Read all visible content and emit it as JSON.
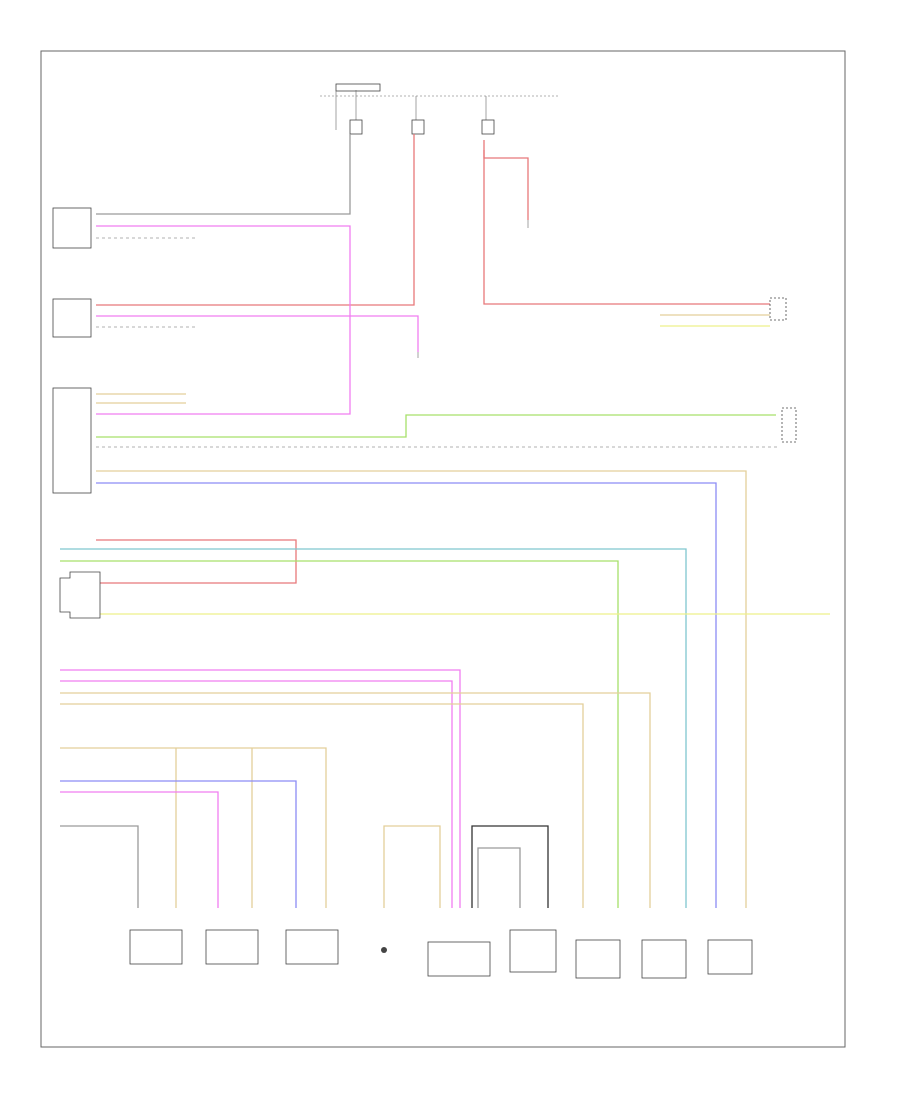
{
  "diagram": {
    "footer_code": "",
    "power_supply_label": "",
    "fuses": [
      {
        "id": "fuse_1",
        "label": ""
      },
      {
        "id": "fuse_2",
        "label": ""
      },
      {
        "id": "fuse_3",
        "label": ""
      }
    ],
    "components": [
      {
        "id": "c1",
        "label": ""
      },
      {
        "id": "c2",
        "label": ""
      },
      {
        "id": "c3",
        "label": ""
      },
      {
        "id": "c4",
        "label": ""
      },
      {
        "id": "c5",
        "label": ""
      },
      {
        "id": "c6",
        "label": ""
      },
      {
        "id": "c7",
        "label": ""
      },
      {
        "id": "c8",
        "label": ""
      },
      {
        "id": "c9",
        "label": ""
      },
      {
        "id": "c10",
        "label": ""
      },
      {
        "id": "c11",
        "label": ""
      },
      {
        "id": "c12",
        "label": ""
      },
      {
        "id": "c13",
        "label": ""
      },
      {
        "id": "c14",
        "label": ""
      }
    ],
    "wire_colors": {
      "red": "#e8787a",
      "magenta": "#f07ef0",
      "green": "#a6e06a",
      "tan": "#e3cf9a",
      "blue": "#8c8cf5",
      "teal": "#7fc7cf",
      "yellow": "#eef08a",
      "dark": "#333333",
      "gray": "#9a9a9a",
      "pink": "#f4b0c8"
    }
  }
}
